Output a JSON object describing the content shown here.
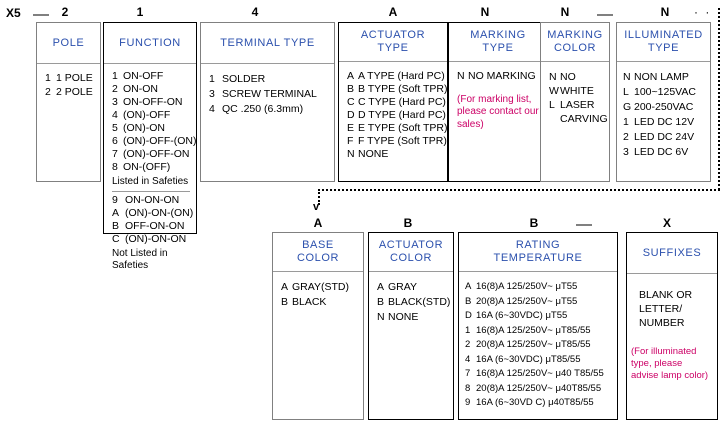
{
  "header": {
    "prefix": "X5",
    "codes": [
      "2",
      "1",
      "4",
      "A",
      "N",
      "N",
      "N"
    ],
    "dash1": "—",
    "dash2": "—",
    "trailing_dots": "· · · ·"
  },
  "header_bottom": {
    "codes": [
      "A",
      "B",
      "B",
      "X"
    ],
    "dash": "—",
    "arrow": "v"
  },
  "boxes_top": [
    {
      "id": "pole",
      "title": "POLE",
      "title_lines": [
        "POLE"
      ],
      "items": [
        {
          "code": "1",
          "label": "1 POLE"
        },
        {
          "code": "2",
          "label": "2 POLE"
        }
      ]
    },
    {
      "id": "function",
      "title": "FUNCTION",
      "title_lines": [
        "FUNCTION"
      ],
      "items": [
        {
          "code": "1",
          "label": "ON-OFF"
        },
        {
          "code": "2",
          "label": "ON-ON"
        },
        {
          "code": "3",
          "label": "ON-OFF-ON"
        },
        {
          "code": "4",
          "label": "(ON)-OFF"
        },
        {
          "code": "5",
          "label": "(ON)-ON"
        },
        {
          "code": "6",
          "label": "(ON)-OFF-(ON)"
        },
        {
          "code": "7",
          "label": "(ON)-OFF-ON"
        },
        {
          "code": "8",
          "label": "ON-(OFF)"
        }
      ],
      "group1_note": "Listed in Safeties",
      "items2": [
        {
          "code": "9",
          "label": "ON-ON-ON"
        },
        {
          "code": "A",
          "label": "(ON)-ON-(ON)"
        },
        {
          "code": "B",
          "label": "OFF-ON-ON"
        },
        {
          "code": "C",
          "label": "(ON)-ON-ON"
        }
      ],
      "group2_note": "Not Listed in Safeties"
    },
    {
      "id": "terminal-type",
      "title": "TERMINAL TYPE",
      "title_lines": [
        "TERMINAL TYPE"
      ],
      "items": [
        {
          "code": "1",
          "label": "SOLDER"
        },
        {
          "code": "3",
          "label": "SCREW TERMINAL"
        },
        {
          "code": "4",
          "label": "QC .250  (6.3mm)"
        }
      ]
    },
    {
      "id": "actuator-type",
      "title": "ACTUATOR TYPE",
      "title_lines": [
        "ACTUATOR",
        "TYPE"
      ],
      "items": [
        {
          "code": "A",
          "label": "A TYPE (Hard PC)"
        },
        {
          "code": "B",
          "label": "B TYPE (Soft TPR)"
        },
        {
          "code": "C",
          "label": "C TYPE (Hard PC)"
        },
        {
          "code": "D",
          "label": "D TYPE (Hard PC)"
        },
        {
          "code": "E",
          "label": "E TYPE (Soft TPR)"
        },
        {
          "code": "F",
          "label": "F TYPE (Soft TPR)"
        },
        {
          "code": "N",
          "label": "NONE"
        }
      ]
    },
    {
      "id": "marking-type",
      "title": "MARKING TYPE",
      "title_lines": [
        "MARKING",
        "TYPE"
      ],
      "items": [
        {
          "code": "N",
          "label": "NO MARKING"
        }
      ],
      "note": "(For marking list, please contact our sales)"
    },
    {
      "id": "marking-color",
      "title": "MARKING COLOR",
      "title_lines": [
        "MARKING",
        "COLOR"
      ],
      "items": [
        {
          "code": "N",
          "label": "NO"
        },
        {
          "code": "W",
          "label": "WHITE"
        },
        {
          "code": "L",
          "label": "LASER"
        },
        {
          "code": "",
          "label": "CARVING"
        }
      ]
    },
    {
      "id": "illuminated-type",
      "title": "ILLUMINATED TYPE",
      "title_lines": [
        "ILLUMINATED",
        "TYPE"
      ],
      "items": [
        {
          "code": "N",
          "label": "NON LAMP"
        },
        {
          "code": "L",
          "label": "100~125VAC"
        },
        {
          "code": "G",
          "label": "200-250VAC"
        },
        {
          "code": "1",
          "label": "LED  DC 12V"
        },
        {
          "code": "2",
          "label": "LED  DC 24V"
        },
        {
          "code": "3",
          "label": "LED  DC 6V"
        }
      ]
    }
  ],
  "boxes_bottom": [
    {
      "id": "base-color",
      "title": "BASE COLOR",
      "title_lines": [
        "BASE",
        "COLOR"
      ],
      "items": [
        {
          "code": "A",
          "label": "GRAY(STD)"
        },
        {
          "code": "B",
          "label": "BLACK"
        }
      ]
    },
    {
      "id": "actuator-color",
      "title": "ACTUATOR COLOR",
      "title_lines": [
        "ACTUATOR",
        "COLOR"
      ],
      "items": [
        {
          "code": "A",
          "label": "GRAY"
        },
        {
          "code": "B",
          "label": "BLACK(STD)"
        },
        {
          "code": "N",
          "label": "NONE"
        }
      ]
    },
    {
      "id": "rating-temperature",
      "title": "RATING TEMPERATURE",
      "title_lines": [
        "RATING",
        "TEMPERATURE"
      ],
      "items": [
        {
          "code": "A",
          "label": "16(8)A 125/250V~  μT55"
        },
        {
          "code": "B",
          "label": "20(8)A 125/250V~  μT55"
        },
        {
          "code": "D",
          "label": "16A (6~30VDC) μT55"
        },
        {
          "code": "1",
          "label": "16(8)A 125/250V~  μT85/55"
        },
        {
          "code": "2",
          "label": "20(8)A 125/250V~  μT85/55"
        },
        {
          "code": "4",
          "label": "16A (6~30VDC) μT85/55"
        },
        {
          "code": "7",
          "label": "16(8)A 125/250V~  μ40 T85/55"
        },
        {
          "code": "8",
          "label": "20(8)A 125/250V~  μ40T85/55"
        },
        {
          "code": "9",
          "label": "16A (6~30VD C) μ40T85/55"
        }
      ]
    },
    {
      "id": "suffixes",
      "title": "SUFFIXES",
      "title_lines": [
        "SUFFIXES"
      ],
      "text_lines": [
        "BLANK OR",
        "LETTER/",
        "NUMBER"
      ],
      "note": "(For illuminated type, please advise lamp color)"
    }
  ],
  "colors": {
    "title_blue": "#2b50ad",
    "note_magenta": "#cc0066",
    "border_gray": "#808080",
    "border_black": "#000000"
  }
}
